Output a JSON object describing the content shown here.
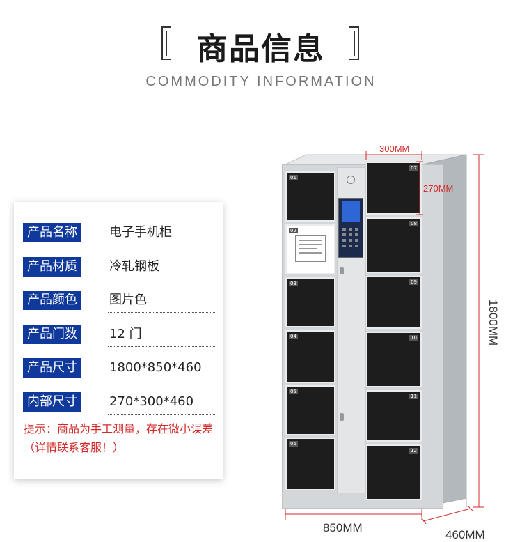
{
  "header": {
    "title": "商品信息",
    "subtitle": "COMMODITY INFORMATION"
  },
  "specs": [
    {
      "label": "产品名称",
      "value": "电子手机柜"
    },
    {
      "label": "产品材质",
      "value": "冷轧钢板"
    },
    {
      "label": "产品颜色",
      "value": "图片色"
    },
    {
      "label": "产品门数",
      "value": "12 门"
    },
    {
      "label": "产品尺寸",
      "value": "1800*850*460"
    },
    {
      "label": "内部尺寸",
      "value": "270*300*460"
    }
  ],
  "note": "提示：商品为手工测量，存在微小误差（详情联系客服！）",
  "dimensions": {
    "door_width": "300MM",
    "door_height": "270MM",
    "height": "1800MM",
    "width": "850MM",
    "depth": "460MM"
  },
  "door_numbers": [
    "01",
    "02",
    "03",
    "04",
    "05",
    "06",
    "07",
    "08",
    "09",
    "10",
    "11",
    "12"
  ],
  "colors": {
    "label_bg": "#0f3a9b",
    "note": "#d42a2a",
    "dimension": "#d42a2a",
    "door": "#1d1d1d"
  }
}
